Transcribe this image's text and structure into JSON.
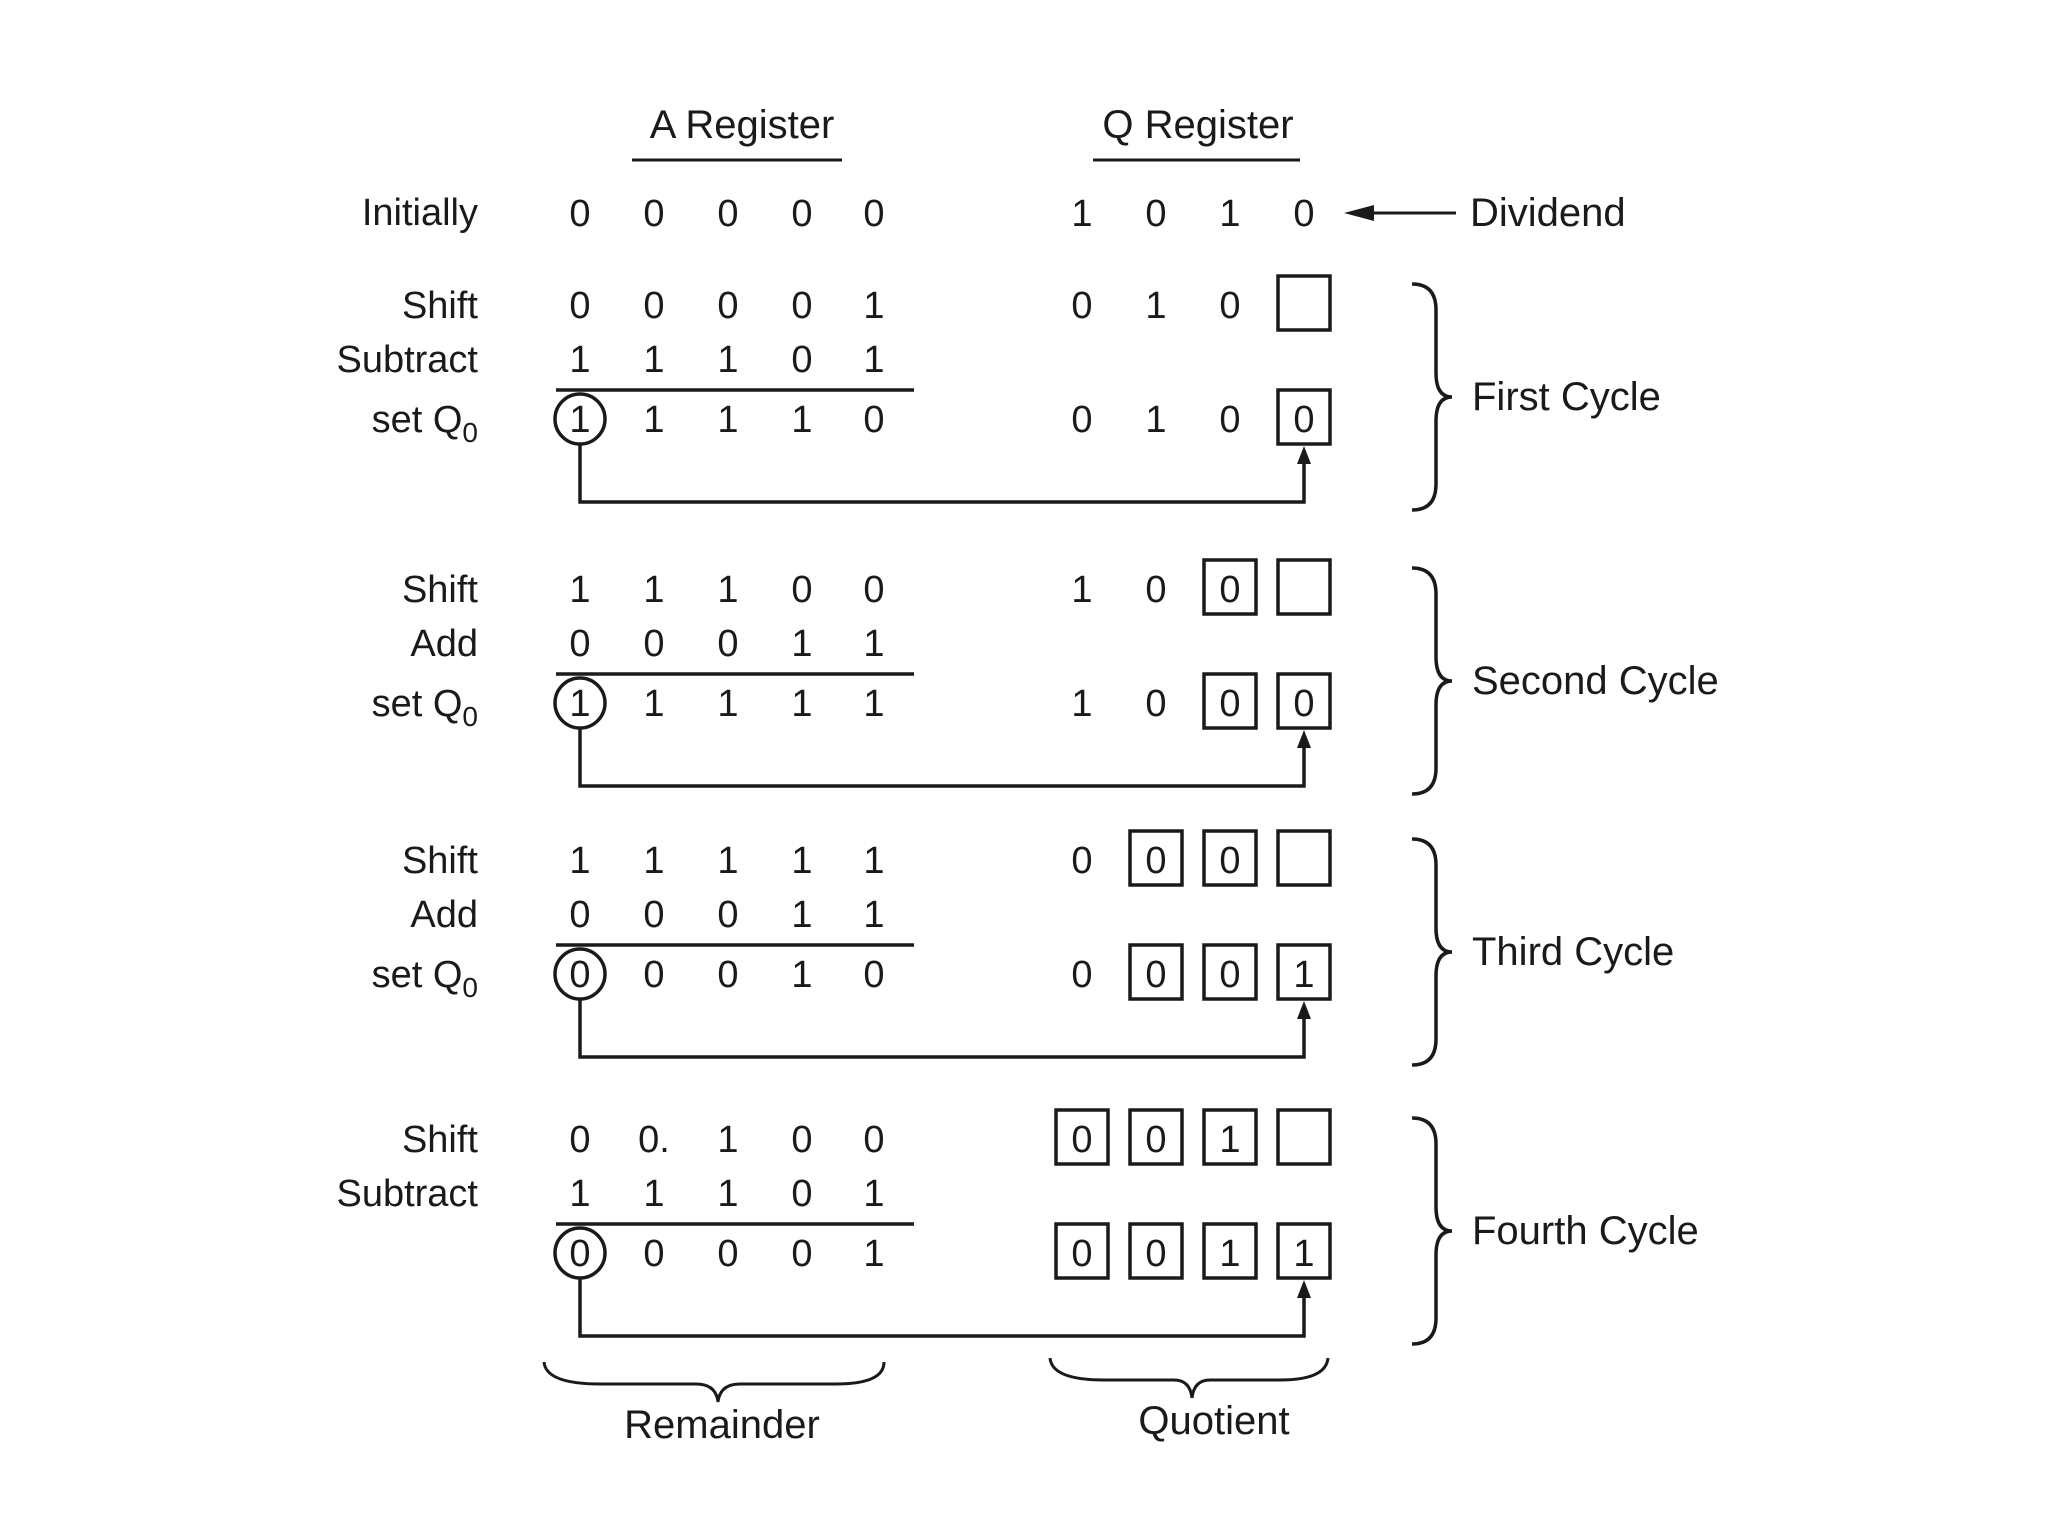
{
  "headers": {
    "a_register": "A Register",
    "q_register": "Q Register"
  },
  "initially": {
    "label": "Initially",
    "a": [
      "0",
      "0",
      "0",
      "0",
      "0"
    ],
    "q": [
      "1",
      "0",
      "1",
      "0"
    ],
    "dividend_label": "Dividend"
  },
  "cycles": [
    {
      "name": "First Cycle",
      "rows": [
        {
          "label": "Shift",
          "sub": "",
          "a": [
            "0",
            "0",
            "0",
            "0",
            "1"
          ],
          "q": [
            "0",
            "1",
            "0",
            ""
          ]
        },
        {
          "label": "Subtract",
          "sub": "",
          "a": [
            "1",
            "1",
            "1",
            "0",
            "1"
          ],
          "q": []
        },
        {
          "label": "set Q",
          "sub": "0",
          "a": [
            "1",
            "1",
            "1",
            "1",
            "0"
          ],
          "q": [
            "0",
            "1",
            "0",
            "0"
          ]
        }
      ]
    },
    {
      "name": "Second Cycle",
      "rows": [
        {
          "label": "Shift",
          "sub": "",
          "a": [
            "1",
            "1",
            "1",
            "0",
            "0"
          ],
          "q": [
            "1",
            "0",
            "0",
            ""
          ]
        },
        {
          "label": "Add",
          "sub": "",
          "a": [
            "0",
            "0",
            "0",
            "1",
            "1"
          ],
          "q": []
        },
        {
          "label": "set Q",
          "sub": "0",
          "a": [
            "1",
            "1",
            "1",
            "1",
            "1"
          ],
          "q": [
            "1",
            "0",
            "0",
            "0"
          ]
        }
      ]
    },
    {
      "name": "Third Cycle",
      "rows": [
        {
          "label": "Shift",
          "sub": "",
          "a": [
            "1",
            "1",
            "1",
            "1",
            "1"
          ],
          "q": [
            "0",
            "0",
            "0",
            ""
          ]
        },
        {
          "label": "Add",
          "sub": "",
          "a": [
            "0",
            "0",
            "0",
            "1",
            "1"
          ],
          "q": []
        },
        {
          "label": "set Q",
          "sub": "0",
          "a": [
            "0",
            "0",
            "0",
            "1",
            "0"
          ],
          "q": [
            "0",
            "0",
            "0",
            "1"
          ]
        }
      ]
    },
    {
      "name": "Fourth Cycle",
      "rows": [
        {
          "label": "Shift",
          "sub": "",
          "a": [
            "0",
            "0.",
            "1",
            "0",
            "0"
          ],
          "q": [
            "0",
            "0",
            "1",
            ""
          ]
        },
        {
          "label": "Subtract",
          "sub": "",
          "a": [
            "1",
            "1",
            "1",
            "0",
            "1"
          ],
          "q": []
        },
        {
          "label": "",
          "sub": "",
          "a": [
            "0",
            "0",
            "0",
            "0",
            "1"
          ],
          "q": [
            "0",
            "0",
            "1",
            "1"
          ]
        }
      ]
    }
  ],
  "footer": {
    "remainder": "Remainder",
    "quotient": "Quotient"
  }
}
